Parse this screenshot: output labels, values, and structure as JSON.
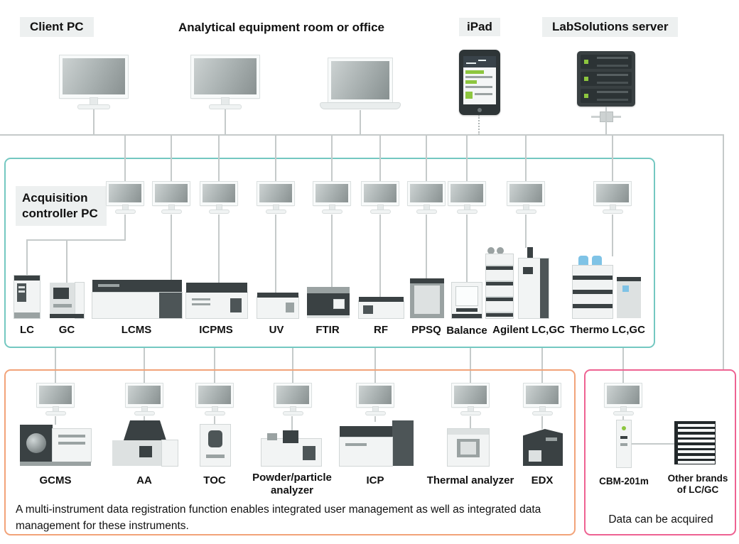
{
  "header": {
    "client_pc_label": "Client PC",
    "room_title": "Analytical equipment room or office",
    "ipad_label": "iPad",
    "server_label": "LabSolutions server"
  },
  "acquisition_zone": {
    "controller_label": "Acquisition controller PC",
    "instruments": [
      "LC",
      "GC",
      "LCMS",
      "ICPMS",
      "UV",
      "FTIR",
      "RF",
      "PPSQ",
      "Balance",
      "Agilent LC,GC",
      "Thermo LC,GC"
    ]
  },
  "multi_instrument_zone": {
    "instruments": [
      "GCMS",
      "AA",
      "TOC",
      "Powder/particle analyzer",
      "ICP",
      "Thermal analyzer",
      "EDX"
    ],
    "note": "A multi-instrument data registration function enables integrated user management as well as integrated data management for these instruments."
  },
  "acquired_zone": {
    "cbm_label": "CBM-201m",
    "other_label": "Other brands of LC/GC",
    "note": "Data can be acquired"
  },
  "colors": {
    "acquisition_zone_border": "#74c8c1",
    "multi_instrument_zone_border": "#f2a379",
    "acquired_zone_border": "#ee6292",
    "led_green": "#8dc63f",
    "label_background": "#edf0f0",
    "connector_line": "#c5caca"
  },
  "icons": {
    "desktop_monitor": "css-monitor-shape",
    "laptop": "css-laptop-shape",
    "tablet": "css-tablet-shape",
    "server_rack": "css-server-rack-shape",
    "network_hub": "css-hub-shape"
  }
}
